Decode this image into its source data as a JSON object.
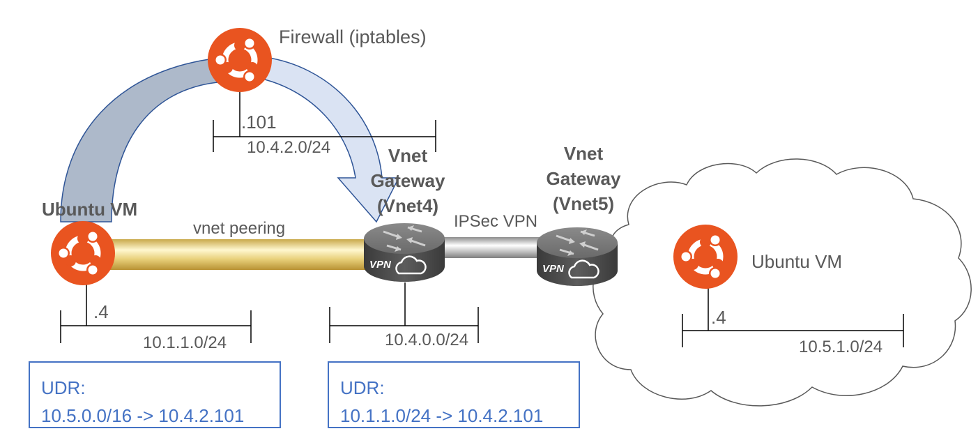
{
  "colors": {
    "ubuntu": "#e95420",
    "udr_text": "#4472c4",
    "label_text": "#595959",
    "line": "#000000",
    "peering": "#e8d07a",
    "vpn_link": "#bfbfbf",
    "router": "#6e6e6e"
  },
  "nodes": {
    "firewall": {
      "label": "Firewall (iptables)",
      "icon": "ubuntu-logo-icon",
      "ip": ".101"
    },
    "ubuntu_left": {
      "label": "Ubuntu VM",
      "icon": "ubuntu-logo-icon",
      "ip": ".4"
    },
    "ubuntu_right": {
      "label": "Ubuntu VM",
      "icon": "ubuntu-logo-icon",
      "ip": ".4"
    },
    "gateway_vnet4": {
      "label_lines": [
        "Vnet",
        "Gateway",
        "(Vnet4)"
      ],
      "icon": "vpn-router-icon",
      "badge": "VPN"
    },
    "gateway_vnet5": {
      "label_lines": [
        "Vnet",
        "Gateway",
        "(Vnet5)"
      ],
      "icon": "vpn-router-icon",
      "badge": "VPN"
    }
  },
  "subnets": {
    "firewall": "10.4.2.0/24",
    "left": "10.1.1.0/24",
    "gateway": "10.4.0.0/24",
    "right": "10.5.1.0/24"
  },
  "links": {
    "peering": "vnet peering",
    "vpn": "IPSec VPN"
  },
  "udr_left": {
    "title": "UDR:",
    "route": "10.5.0.0/16 -> 10.4.2.101"
  },
  "udr_right": {
    "title": "UDR:",
    "route": "10.1.1.0/24 -> 10.4.2.101"
  }
}
